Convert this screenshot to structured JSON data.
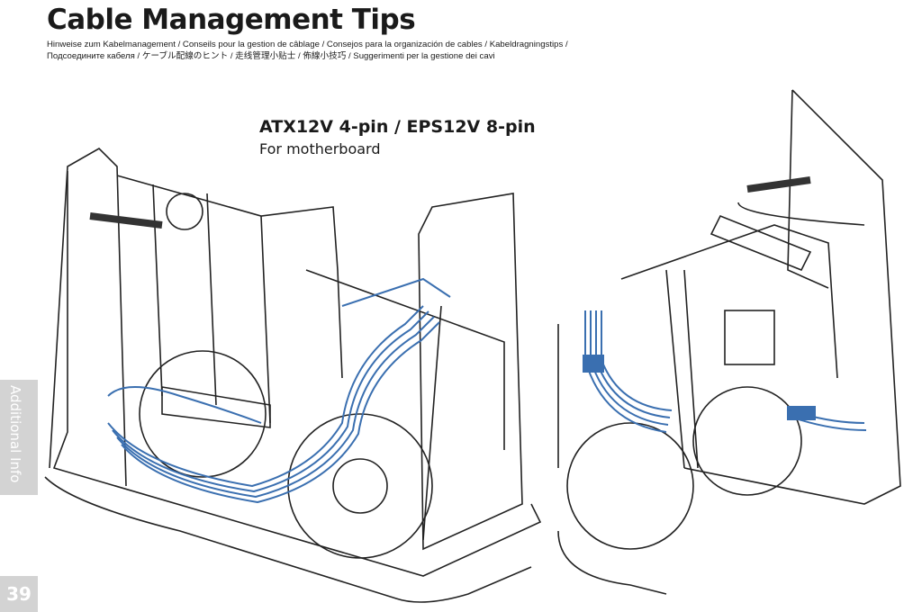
{
  "page": {
    "title": "Cable Management Tips",
    "subtitle_line1": "Hinweise zum Kabelmanagement / Conseils pour la gestion de câblage / Consejos para la organización de cables / Kabeldragningstips /",
    "subtitle_line2": "Подсоедините кабеля / ケーブル配線のヒント / 走线管理小贴士 / 佈線小技巧 / Suggerimenti per la gestione dei cavi",
    "section_tab": "Additional Info",
    "page_number": "39"
  },
  "callout": {
    "title": "ATX12V 4-pin / EPS12V 8-pin",
    "subtitle": "For motherboard"
  },
  "colors": {
    "cable": "#3a6fb0",
    "tab": "#d3d3d3"
  }
}
